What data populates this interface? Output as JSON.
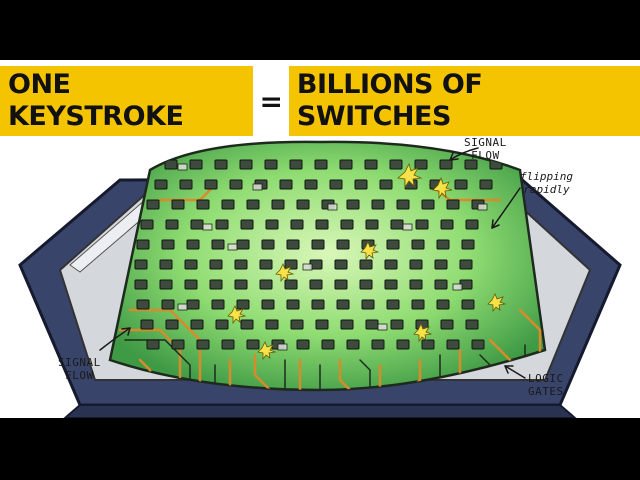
{
  "headline": {
    "part1": "ONE KEYSTROKE",
    "equals": "=",
    "part2": "BILLIONS OF SWITCHES"
  },
  "labels": {
    "signal_flow_top_line1": "SIGNAL",
    "signal_flow_top_line2": "FLOW",
    "flipping_line1": "flipping",
    "flipping_line2": "rapidly",
    "signal_flow_left_line1": "SIGNAL",
    "signal_flow_left_line2": "FLOW",
    "logic_gates_line1": "LOGIC",
    "logic_gates_line2": "GATES"
  },
  "colors": {
    "headline_bg": "#f5c400",
    "chip_body": "#39446b",
    "chip_cavity": "#d4d7dc",
    "circuit_green": "#7fd36b",
    "trace_orange": "#d98a2b",
    "spark_yellow": "#f7e24a"
  },
  "icons": [
    "arrow-icon",
    "spark-icon",
    "logic-gate-icon"
  ]
}
